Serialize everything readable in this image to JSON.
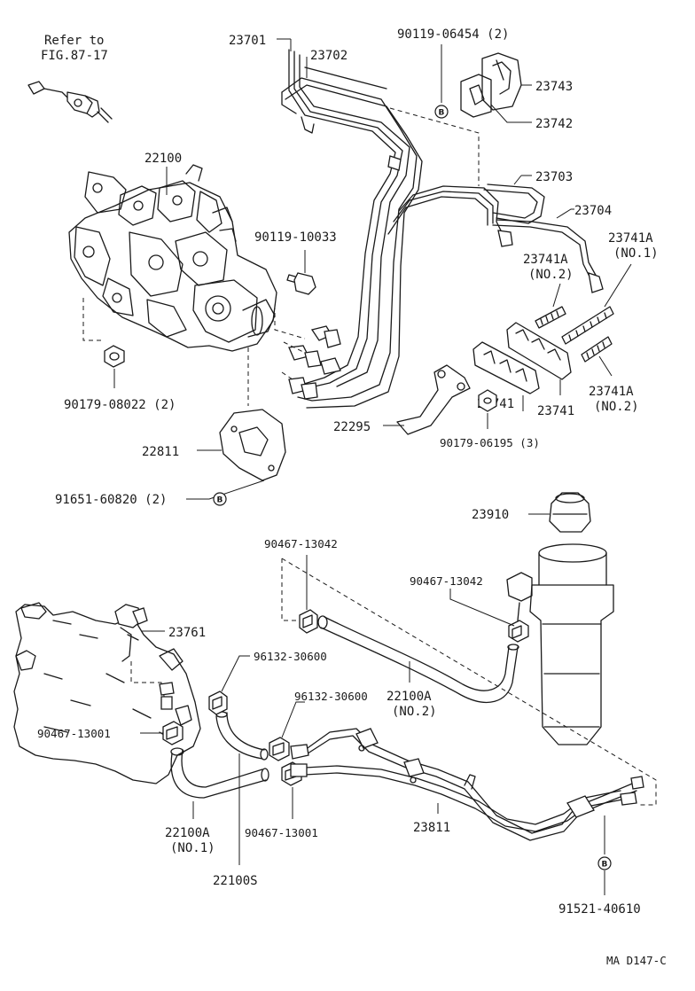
{
  "refer": {
    "line1": "Refer to",
    "line2": "FIG.87-17"
  },
  "labels": {
    "p22100": "22100",
    "p23701": "23701",
    "p23702": "23702",
    "p90119_06454": "90119-06454 (2)",
    "p23743": "23743",
    "p23742": "23742",
    "p23703": "23703",
    "p23704": "23704",
    "p23741A_no1_a": "23741A",
    "p23741A_no1_b": "(NO.1)",
    "p23741A_no2top_a": "23741A",
    "p23741A_no2top_b": "(NO.2)",
    "p90119_10033": "90119-10033",
    "p90179_08022": "90179-08022 (2)",
    "p23741_a": "23741",
    "p23741_b": "23741",
    "p23741A_no2bot_a": "23741A",
    "p23741A_no2bot_b": "(NO.2)",
    "p22295": "22295",
    "p90179_06195": "90179-06195 (3)",
    "p22811": "22811",
    "p91651_60820": "91651-60820 (2)",
    "p23910": "23910",
    "p90467_13042_a": "90467-13042",
    "p90467_13042_b": "90467-13042",
    "p23761": "23761",
    "p96132_30600_a": "96132-30600",
    "p96132_30600_b": "96132-30600",
    "p90467_13001_a": "90467-13001",
    "p22100A_no2_a": "22100A",
    "p22100A_no2_b": "(NO.2)",
    "p22100A_no1_a": "22100A",
    "p22100A_no1_b": "(NO.1)",
    "p90467_13001_b": "90467-13001",
    "p23811": "23811",
    "p22100S": "22100S",
    "p91521_40610": "91521-40610",
    "figure_code": "MA D147-C"
  },
  "bolt_mark": "B"
}
